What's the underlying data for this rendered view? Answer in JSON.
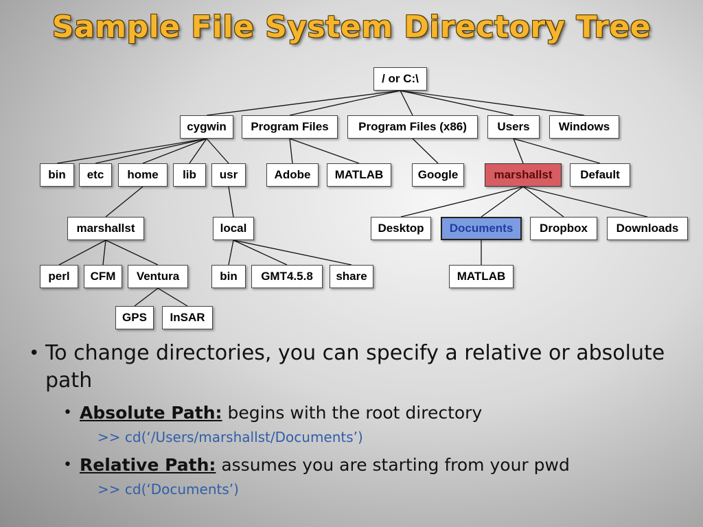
{
  "slide": {
    "title": "Sample File System Directory Tree"
  },
  "tree": {
    "root": "/ or C:\\",
    "level1": {
      "cygwin": "cygwin",
      "program_files": "Program Files",
      "program_files_x86": "Program Files (x86)",
      "users": "Users",
      "windows": "Windows"
    },
    "cygwin_children": {
      "bin": "bin",
      "etc": "etc",
      "home": "home",
      "lib": "lib",
      "usr": "usr"
    },
    "home_children": {
      "marshallst": "marshallst"
    },
    "marshallst_home_children": {
      "perl": "perl",
      "cfm": "CFM",
      "ventura": "Ventura"
    },
    "ventura_children": {
      "gps": "GPS",
      "insar": "InSAR"
    },
    "usr_children": {
      "local": "local"
    },
    "local_children": {
      "bin": "bin",
      "gmt": "GMT4.5.8",
      "share": "share"
    },
    "program_files_children": {
      "adobe": "Adobe",
      "matlab": "MATLAB"
    },
    "program_files_x86_children": {
      "google": "Google"
    },
    "users_children": {
      "marshallst": "marshallst",
      "default": "Default"
    },
    "marshallst_users_children": {
      "desktop": "Desktop",
      "documents": "Documents",
      "dropbox": "Dropbox",
      "downloads": "Downloads"
    },
    "documents_children": {
      "matlab": "MATLAB"
    },
    "colors": {
      "highlight_user": "#d75d63",
      "highlight_documents": "#7d9be0",
      "title": "#f7b52c"
    }
  },
  "bullets": {
    "main": "To change directories, you can specify a relative or absolute path",
    "absolute": {
      "term": "Absolute Path:",
      "text": " begins with the root directory",
      "code": ">> cd(‘/Users/marshallst/Documents’)"
    },
    "relative": {
      "term": "Relative Path:",
      "text": " assumes you are starting from your pwd",
      "code": ">> cd(‘Documents’)"
    }
  }
}
